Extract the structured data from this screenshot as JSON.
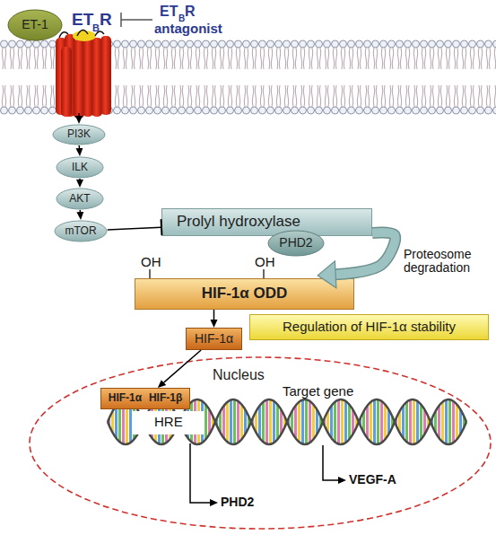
{
  "diagram": {
    "nodes": [
      {
        "text": [
          "ET-1"
        ]
      },
      {
        "text": [
          "PI3K"
        ]
      },
      {
        "text": [
          "ILK"
        ]
      },
      {
        "text": [
          "AKT"
        ]
      },
      {
        "text": [
          "mTOR"
        ]
      },
      {
        "text": [
          "Prolyl hydroxylase"
        ]
      },
      {
        "text": [
          "PHD2"
        ]
      },
      {
        "text": [
          "HIF-1α ODD"
        ]
      },
      {
        "text": [
          "HIF-1α"
        ]
      },
      {
        "text": [
          "Regulation of HIF-1α stability"
        ]
      },
      {
        "text": [
          "Nucleus"
        ]
      },
      {
        "text": [
          "HIF-1α",
          "HIF-1β"
        ],
        "in": 10
      }
    ],
    "edges": [
      {
        "from": 1,
        "to": 2,
        "arrow": "to"
      },
      {
        "from": 2,
        "to": 3,
        "arrow": "to"
      },
      {
        "from": 3,
        "to": 4,
        "arrow": "to"
      },
      {
        "from": 4,
        "to": 5,
        "arrow": "to"
      },
      {
        "from": 5,
        "to": 7,
        "label": "Proteosome degradation",
        "arrow": "to"
      },
      {
        "from": 7,
        "to": 8,
        "arrow": "to"
      },
      {
        "from": 8,
        "to": 11,
        "arrow": "to"
      }
    ],
    "labels": [
      "ET",
      "B",
      "R",
      "ET",
      "B",
      "R",
      "antagonist",
      "OH",
      "OH",
      "HRE",
      "Target gene",
      "PHD2",
      "VEGF-A"
    ]
  }
}
